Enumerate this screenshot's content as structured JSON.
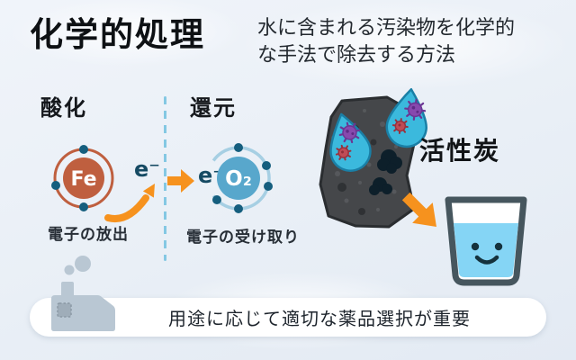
{
  "header": {
    "title": "化学的処理",
    "subtitle_line1": "水に含まれる汚染物を化学的",
    "subtitle_line2": "な手法で除去する方法"
  },
  "oxidation": {
    "label": "酸化",
    "atom_symbol": "Fe",
    "electron_label": "e⁻",
    "caption": "電子の放出"
  },
  "reduction": {
    "label": "還元",
    "atom_symbol": "O₂",
    "electron_label": "e⁻",
    "caption": "電子の受け取り"
  },
  "adsorption": {
    "label": "活性炭"
  },
  "footer": {
    "note": "用途に応じて適切な薬品選択が重要"
  },
  "icons": {
    "iron_atom": "iron-atom-icon",
    "oxygen_atom": "oxygen-atom-icon",
    "activated_carbon": "activated-carbon-icon",
    "contaminated_droplets": "contaminated-droplet-icon",
    "clean_water_glass": "smiling-water-glass-icon",
    "factory": "factory-icon",
    "arrows": "orange-arrow-icon"
  },
  "colors": {
    "background": "#e9eff6",
    "accent_orange": "#f6921e",
    "iron_fill": "#bf5f3f",
    "oxygen_fill": "#58a7cc",
    "oxygen_ring": "#a6cfe3",
    "electron_dot": "#155e7e",
    "electron_text": "#154a63",
    "dashed_divider": "#84c8e3",
    "droplet_blue": "#3bb9dd",
    "virus_purple": "#8749ae",
    "germ_red": "#c04b55",
    "water_blue": "#85d5f5",
    "glass_outline": "#46565e",
    "carbon_gray": "#45474a",
    "factory_gray": "#b9c7d3"
  }
}
